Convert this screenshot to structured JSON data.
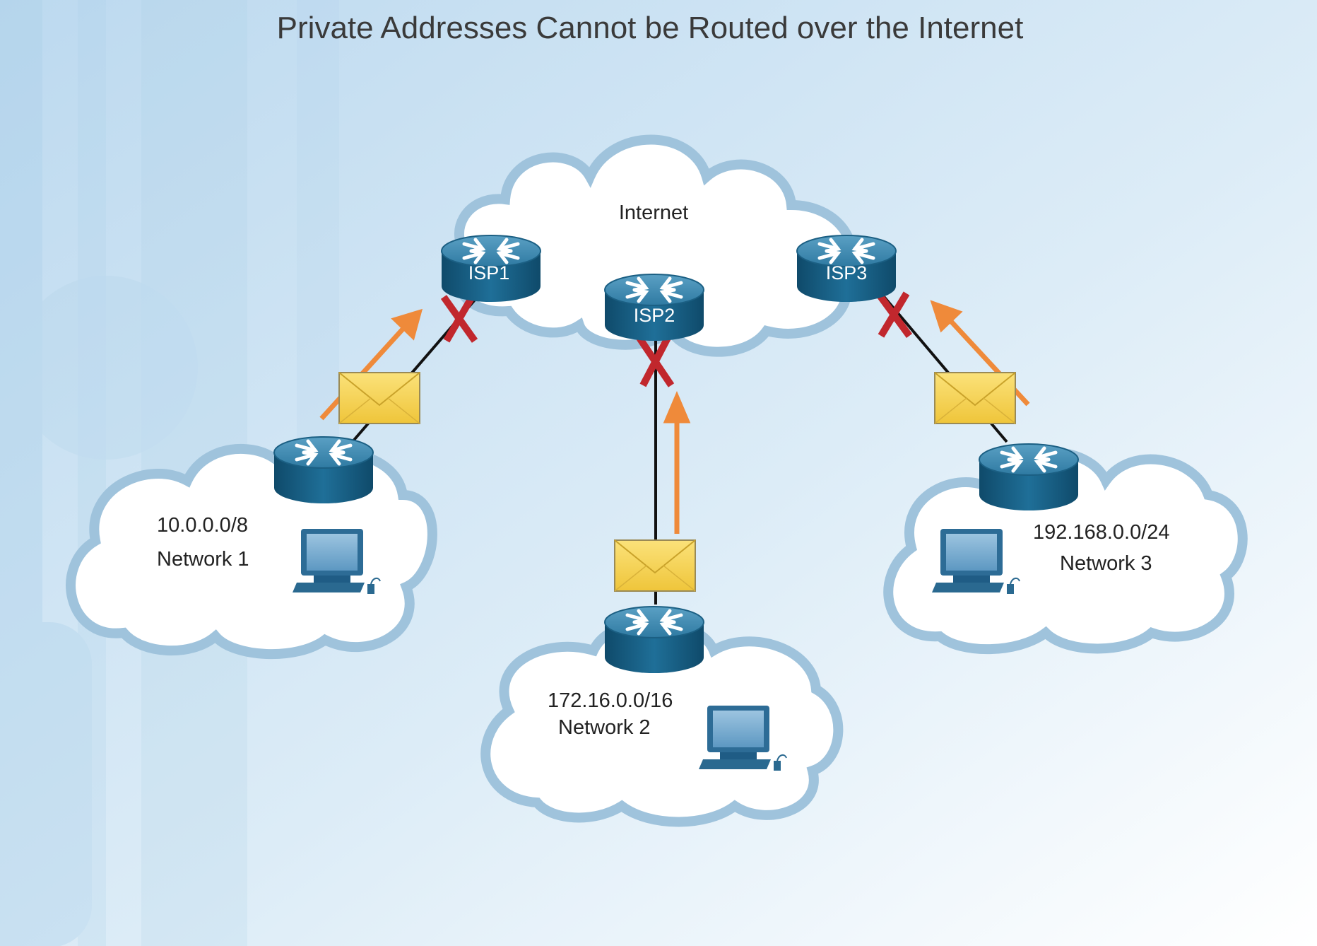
{
  "title": "Private Addresses Cannot be Routed over the Internet",
  "internet": {
    "label": "Internet"
  },
  "isps": [
    {
      "label": "ISP1",
      "link_blocked": true
    },
    {
      "label": "ISP2",
      "link_blocked": true
    },
    {
      "label": "ISP3",
      "link_blocked": true
    }
  ],
  "networks": [
    {
      "address": "10.0.0.0/8",
      "name": "Network 1"
    },
    {
      "address": "172.16.0.0/16",
      "name": "Network 2"
    },
    {
      "address": "192.168.0.0/24",
      "name": "Network 3"
    }
  ],
  "colors": {
    "router_top": "#3f88ad",
    "router_body": "#16587c",
    "cloud_stroke": "#8fb9d6",
    "blocked_x": "#c1272d",
    "arrow": "#ef8a3a",
    "envelope": "#f5d24c",
    "link": "#111111",
    "text": "#222222"
  },
  "icons": [
    "router-icon",
    "computer-icon",
    "envelope-icon",
    "blocked-x-icon",
    "arrow-icon",
    "cloud-icon"
  ]
}
